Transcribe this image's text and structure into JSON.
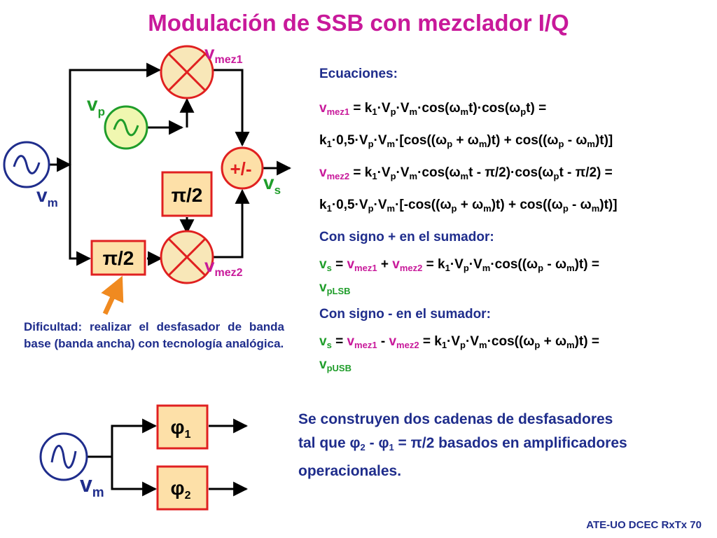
{
  "title": "Modulación de SSB con mezclador I/Q",
  "diagram": {
    "vmez1_label": "v",
    "vmez1_sub": "mez1",
    "vmez2_label": "v",
    "vmez2_sub": "mez2",
    "vp_label": "v",
    "vp_sub": "p",
    "vm_label": "v",
    "vm_sub": "m",
    "vs_label": "v",
    "vs_sub": "s",
    "sum_label": "+/-",
    "phase_label": "π/2",
    "phase_label_2": "π/2"
  },
  "equations": {
    "heading": "Ecuaciones:",
    "plus_heading": "Con signo + en el sumador:",
    "minus_heading": "Con signo - en el sumador:"
  },
  "note": "Dificultad: realizar el desfasador de banda base (banda ancha) con tecnología analógica.",
  "bottom_diagram": {
    "phi1": "φ",
    "phi1_sub": "1",
    "phi2": "φ",
    "phi2_sub": "2",
    "vm_label": "v",
    "vm_sub": "m"
  },
  "bottom_text": {
    "line1": "Se construyen dos cadenas de desfasadores",
    "line2_a": "tal que ",
    "line2_b": "φ",
    "line2_c": "2",
    "line2_d": " - ",
    "line2_e": "φ",
    "line2_f": "1",
    "line2_g": " = π/2 basados en amplificadores",
    "line3": "operacionales."
  },
  "footer": "ATE-UO DCEC RxTx 70",
  "colors": {
    "title": "#c8199a",
    "text_blue": "#1f2d8c",
    "mixer_fill": "#f8e7b8",
    "mixer_stroke": "#e02020",
    "osc_fill": "#f0f7b0",
    "osc_stroke": "#1f9d2a",
    "src_stroke": "#1f2d8c",
    "block_fill": "#fde0a8",
    "block_stroke": "#e02020",
    "arrow_orange": "#f08a20"
  }
}
